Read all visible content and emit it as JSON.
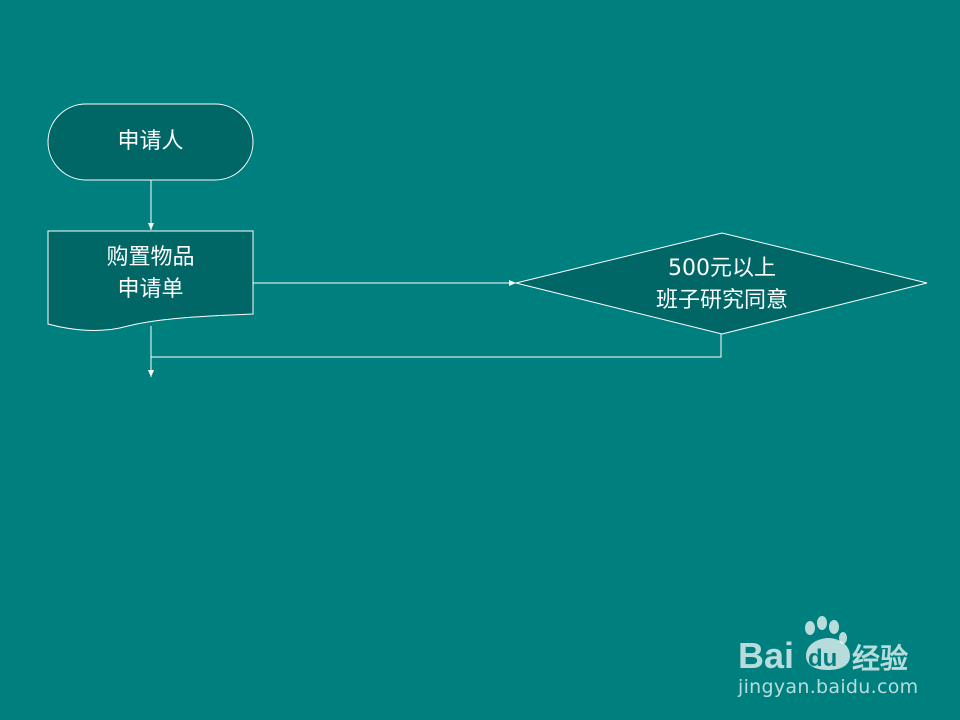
{
  "diagram": {
    "nodes": {
      "start": {
        "text": "申请人"
      },
      "form": {
        "line1": "购置物品",
        "line2": "申请单"
      },
      "decision": {
        "line1": "500元以上",
        "line2": "班子研究同意"
      }
    }
  },
  "watermark": {
    "logo_text": "Bai du 经验",
    "url": "jingyan.baidu.com"
  },
  "colors": {
    "background": "#007f7f",
    "node_fill": "#006666",
    "line": "#ffffff",
    "text": "#ffffff"
  }
}
